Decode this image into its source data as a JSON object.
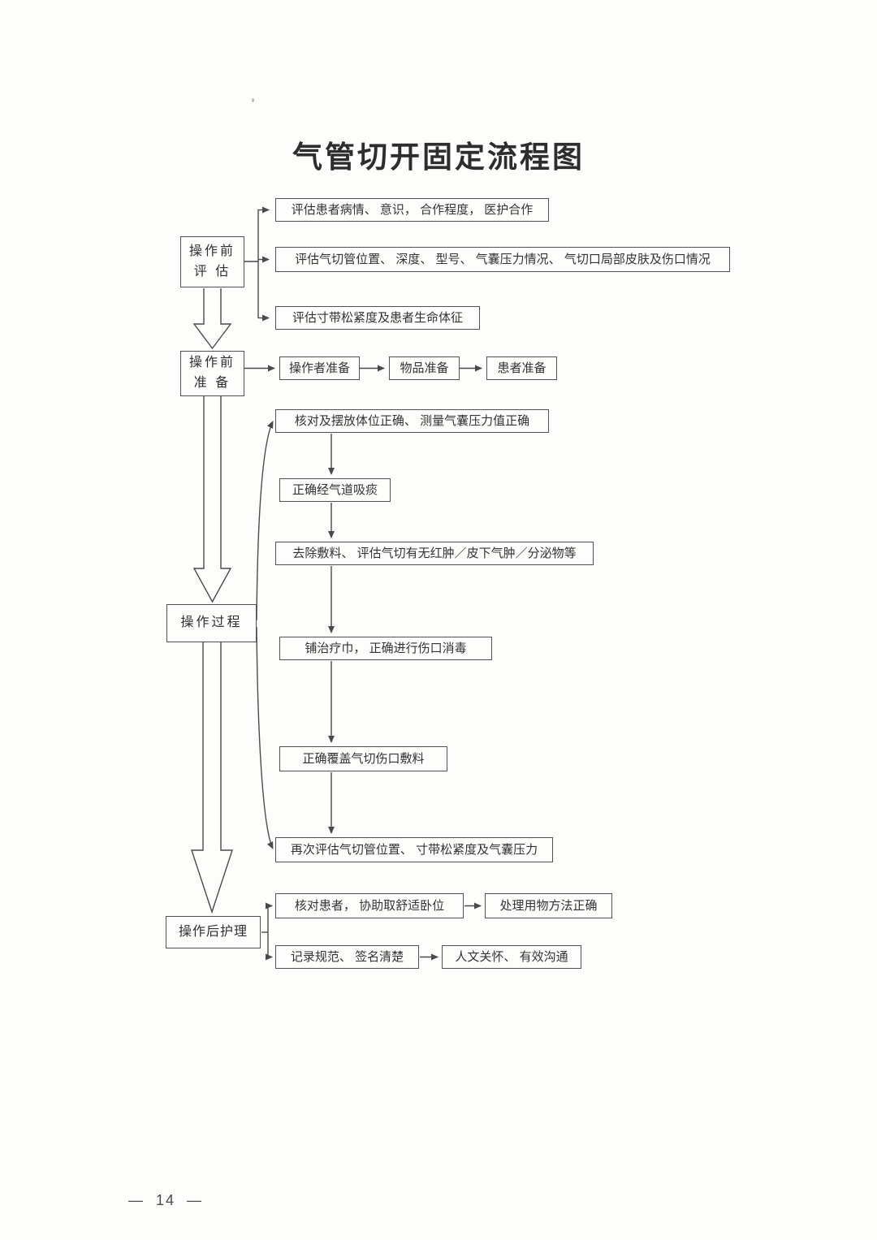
{
  "title": "气管切开固定流程图",
  "page_number": "—  14  —",
  "stages": {
    "pre_assessment": {
      "line1": "操作前",
      "line2": "评 估"
    },
    "pre_preparation": {
      "line1": "操作前",
      "line2": "准 备"
    },
    "operation_process": {
      "label": "操作过程"
    },
    "post_care": {
      "label": "操作后护理"
    }
  },
  "assessment_items": [
    "评估患者病情、 意识， 合作程度， 医护合作",
    "评估气切管位置、 深度、 型号、 气囊压力情况、 气切口局部皮肤及伤口情况",
    "评估寸带松紧度及患者生命体征"
  ],
  "preparation_steps": [
    "操作者准备",
    "物品准备",
    "患者准备"
  ],
  "process_steps": [
    "核对及摆放体位正确、 测量气囊压力值正确",
    "正确经气道吸痰",
    "去除敷料、 评估气切有无红肿／皮下气肿／分泌物等",
    "铺治疗巾， 正确进行伤口消毒",
    "正确覆盖气切伤口敷料",
    "再次评估气切管位置、 寸带松紧度及气囊压力"
  ],
  "post_care_steps": {
    "row1_left": "核对患者， 协助取舒适卧位",
    "row1_right": "处理用物方法正确",
    "row2_left": "记录规范、 签名清楚",
    "row2_right": "人文关怀、 有效沟通"
  }
}
